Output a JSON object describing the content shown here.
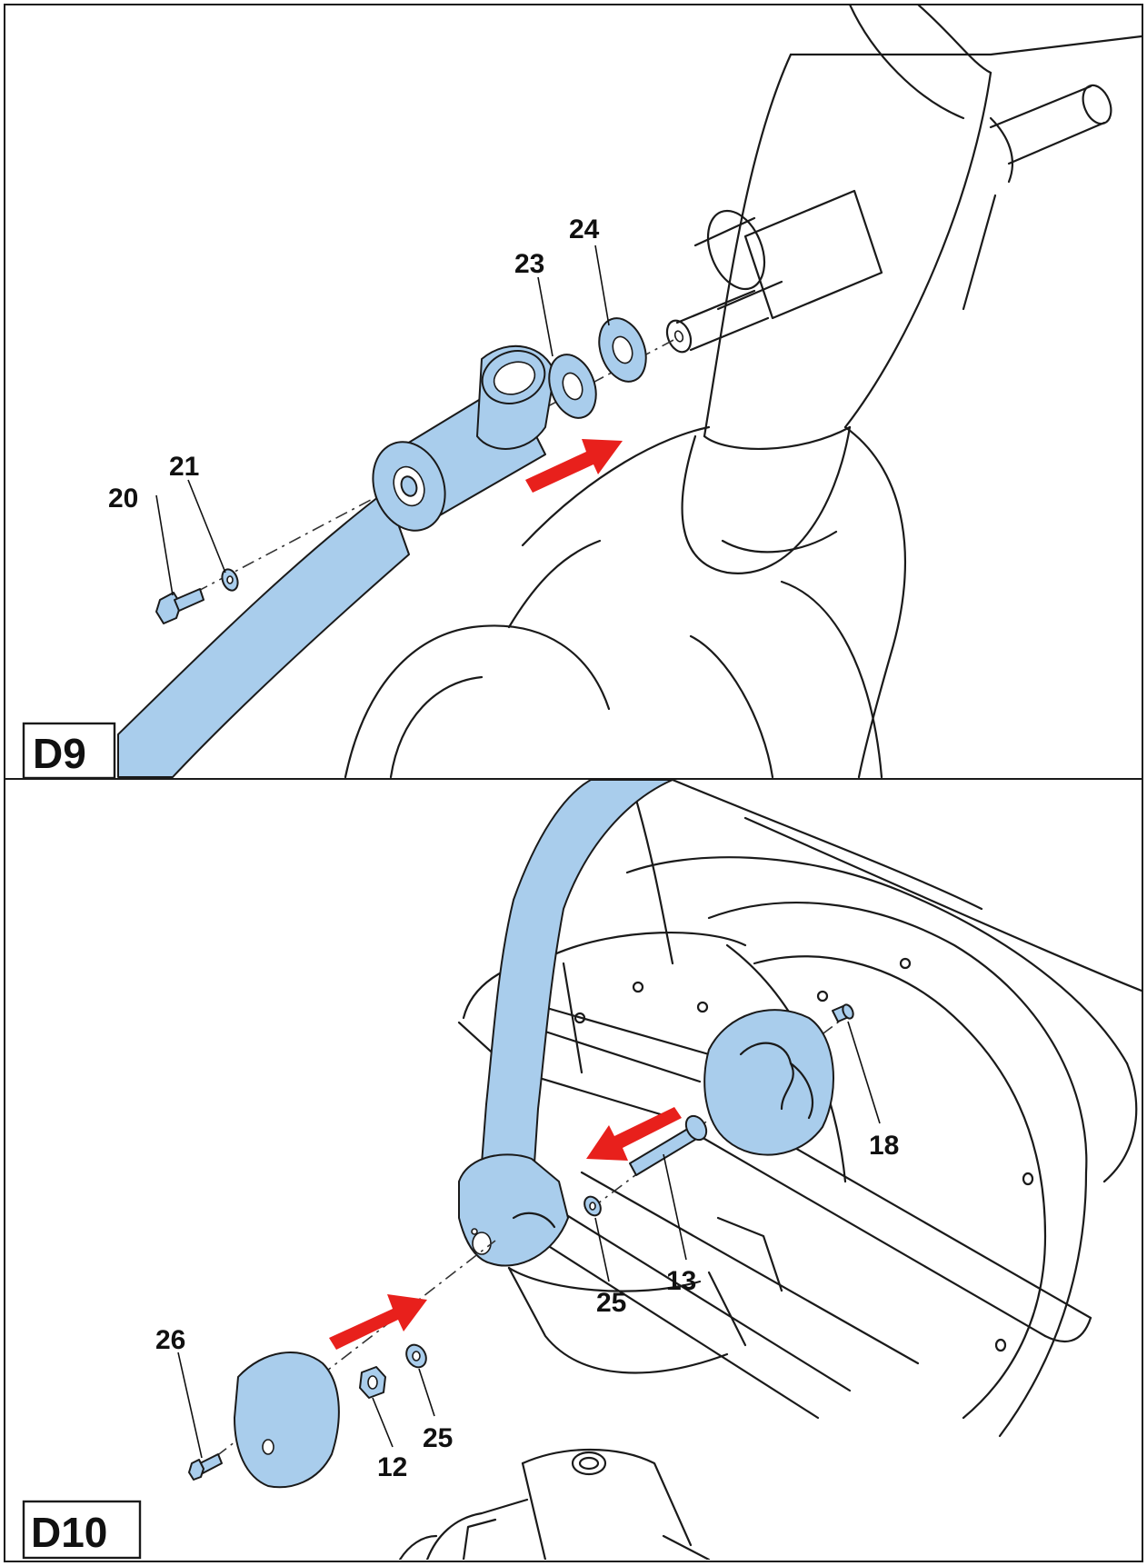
{
  "colors": {
    "part_highlight": "#a9cdec",
    "arrow": "#e8201c",
    "outline": "#1a1a1a",
    "background": "#ffffff"
  },
  "panels": [
    {
      "tag": "D9",
      "callouts": [
        "20",
        "21",
        "23",
        "24"
      ]
    },
    {
      "tag": "D10",
      "callouts": [
        "26",
        "12",
        "25",
        "25",
        "13",
        "18"
      ]
    }
  ]
}
